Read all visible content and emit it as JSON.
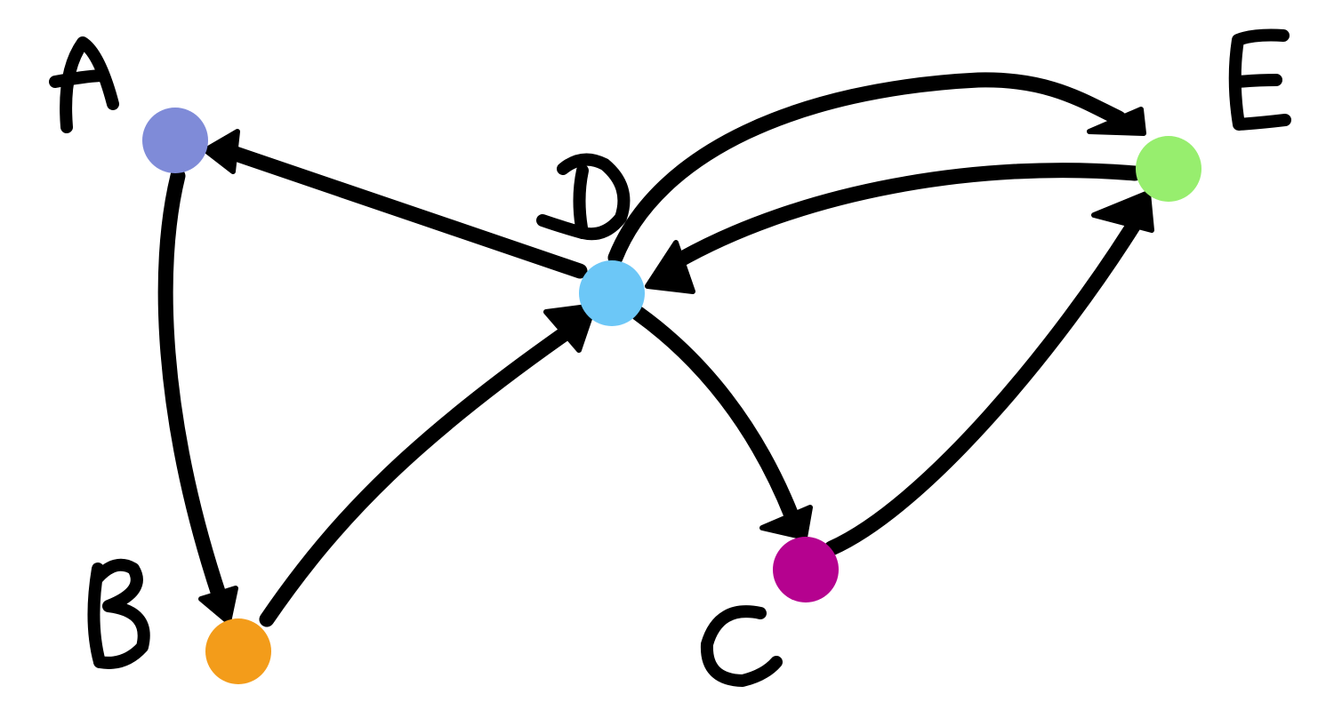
{
  "nodes": [
    {
      "id": "A",
      "label": "A",
      "color": "#7f8bd8"
    },
    {
      "id": "B",
      "label": "B",
      "color": "#f39c1a"
    },
    {
      "id": "C",
      "label": "C",
      "color": "#b5028f"
    },
    {
      "id": "D",
      "label": "D",
      "color": "#6cc7f7"
    },
    {
      "id": "E",
      "label": "E",
      "color": "#97ee6e"
    }
  ],
  "edges": [
    {
      "from": "D",
      "to": "A"
    },
    {
      "from": "A",
      "to": "B"
    },
    {
      "from": "B",
      "to": "D"
    },
    {
      "from": "D",
      "to": "C"
    },
    {
      "from": "C",
      "to": "E"
    },
    {
      "from": "D",
      "to": "E"
    },
    {
      "from": "E",
      "to": "D"
    }
  ],
  "edge_color": "#000000"
}
